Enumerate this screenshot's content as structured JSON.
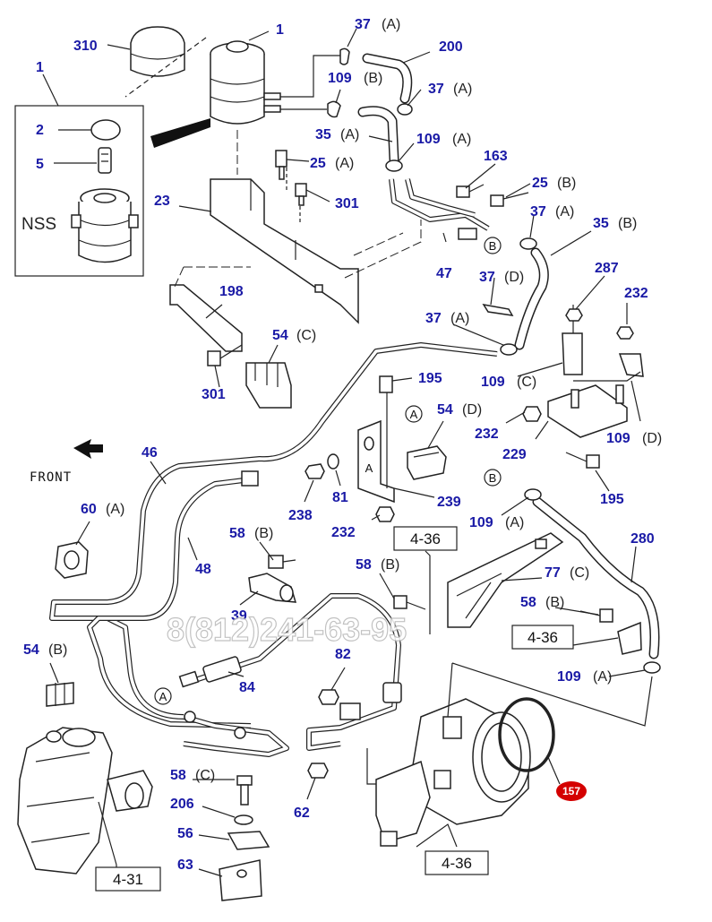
{
  "labels": {
    "n1_top": "1",
    "n1_box": "1",
    "n2": "2",
    "n5": "5",
    "nss": "NSS",
    "n310": "310",
    "n37a_1": "37",
    "n37a_1_var": "(A)",
    "n200": "200",
    "n109b": "109",
    "n109b_var": "(B)",
    "n37a_2": "37",
    "n37a_2_var": "(A)",
    "n35a": "35",
    "n35a_var": "(A)",
    "n109a_1": "109",
    "n109a_1_var": "(A)",
    "n25a": "25",
    "n25a_var": "(A)",
    "n163": "163",
    "n25b": "25",
    "n25b_var": "(B)",
    "n23": "23",
    "n301_1": "301",
    "n37a_3": "37",
    "n37a_3_var": "(A)",
    "n35b": "35",
    "n35b_var": "(B)",
    "n47": "47",
    "n287": "287",
    "n37d": "37",
    "n37d_var": "(D)",
    "n232_1": "232",
    "n198": "198",
    "n37a_4": "37",
    "n37a_4_var": "(A)",
    "n54c": "54",
    "n54c_var": "(C)",
    "n109c": "109",
    "n109c_var": "(C)",
    "n301_2": "301",
    "n195_1": "195",
    "n54d": "54",
    "n54d_var": "(D)",
    "n232_2": "232",
    "n229": "229",
    "n109d": "109",
    "n109d_var": "(D)",
    "front": "FRONT",
    "n46": "46",
    "n81": "81",
    "n238": "238",
    "n239": "239",
    "n195_2": "195",
    "n60a": "60",
    "n60a_var": "(A)",
    "n109a_2": "109",
    "n109a_2_var": "(A)",
    "n232_3": "232",
    "n280": "280",
    "n58b_1": "58",
    "n58b_1_var": "(B)",
    "n48": "48",
    "n58b_2": "58",
    "n58b_2_var": "(B)",
    "n77c": "77",
    "n77c_var": "(C)",
    "n39": "39",
    "n58b_3": "58",
    "n58b_3_var": "(B)",
    "n54b": "54",
    "n54b_var": "(B)",
    "n82": "82",
    "n109a_3": "109",
    "n109a_3_var": "(A)",
    "n84": "84",
    "n157": "157",
    "n58c": "58",
    "n58c_var": "(C)",
    "n206": "206",
    "n56": "56",
    "n62": "62",
    "n63": "63"
  },
  "circled": {
    "a_1": "A",
    "b_1": "B",
    "a_2": "A",
    "b_2": "B",
    "a_3": "A"
  },
  "refs": {
    "ref_436_top": "4-36",
    "ref_436_mid": "4-36",
    "ref_436_bottom": "4-36",
    "ref_431": "4-31"
  },
  "watermark": "8(812)241-63-95",
  "colors": {
    "part_number": "#1a1aa6",
    "badge": "#d40000",
    "line": "#222222"
  }
}
